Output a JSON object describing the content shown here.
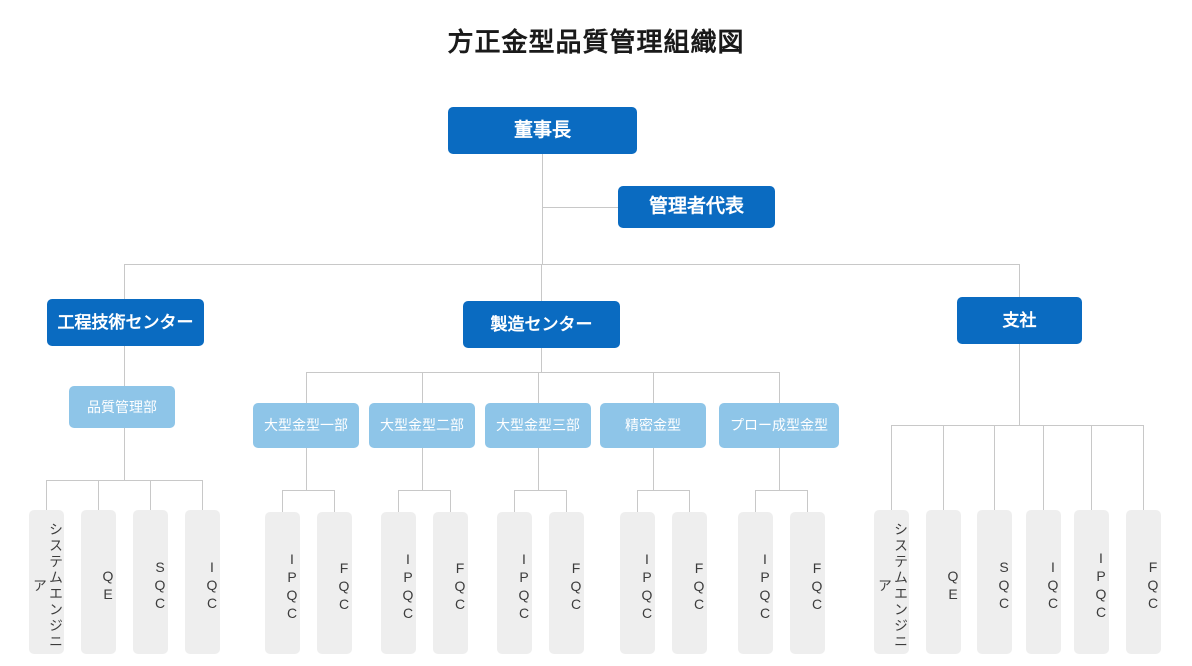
{
  "page": {
    "title": "方正金型品質管理組織図",
    "background": "#ffffff"
  },
  "colors": {
    "primary_node": "#0a6bc1",
    "secondary_node": "#8ec5e8",
    "leaf_node": "#eeeeee",
    "connector": "#c8c8c8",
    "title_text": "#1a1a1a",
    "leaf_text": "#3c3c3c"
  },
  "chart_data": {
    "type": "diagram",
    "title": "方正金型品質管理組織図",
    "root": "董事長",
    "staff": "管理者代表",
    "levels": [
      "董事長",
      "管理者代表 / 工程技術センター / 製造センター / 支社",
      "品質管理部 / 大型金型一部 / 大型金型二部 / 大型金型三部 / 精密金型 / プロー成型金型",
      "QC teams"
    ]
  },
  "nodes": {
    "root": {
      "label": "董事長"
    },
    "staff": {
      "label": "管理者代表"
    },
    "divisions": [
      {
        "label": "工程技術センター"
      },
      {
        "label": "製造センター"
      },
      {
        "label": "支社"
      }
    ],
    "departments": [
      {
        "label": "品質管理部"
      },
      {
        "label": "大型金型一部"
      },
      {
        "label": "大型金型二部"
      },
      {
        "label": "大型金型三部"
      },
      {
        "label": "精密金型"
      },
      {
        "label": "プロー成型金型"
      }
    ],
    "teams_quality": [
      {
        "label": "システムエンジニア"
      },
      {
        "label": "QE"
      },
      {
        "label": "SQC"
      },
      {
        "label": "IQC"
      }
    ],
    "teams_mold1": [
      {
        "label": "IPQC"
      },
      {
        "label": "FQC"
      }
    ],
    "teams_mold2": [
      {
        "label": "IPQC"
      },
      {
        "label": "FQC"
      }
    ],
    "teams_mold3": [
      {
        "label": "IPQC"
      },
      {
        "label": "FQC"
      }
    ],
    "teams_precision": [
      {
        "label": "IPQC"
      },
      {
        "label": "FQC"
      }
    ],
    "teams_blow": [
      {
        "label": "IPQC"
      },
      {
        "label": "FQC"
      }
    ],
    "teams_branch": [
      {
        "label": "システムエンジニア"
      },
      {
        "label": "QE"
      },
      {
        "label": "SQC"
      },
      {
        "label": "IQC"
      },
      {
        "label": "IPQC"
      },
      {
        "label": "FQC"
      }
    ]
  }
}
